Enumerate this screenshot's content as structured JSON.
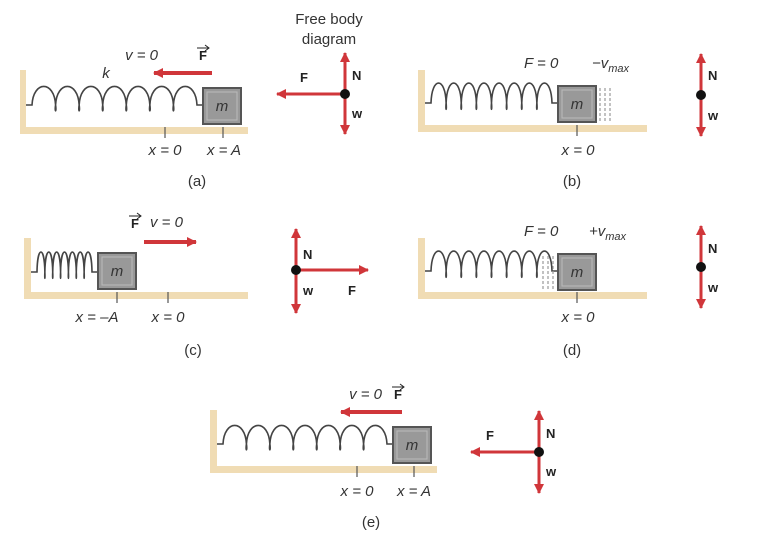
{
  "fbd_title": [
    "Free body",
    "diagram"
  ],
  "mass_label": "m",
  "spring_constant": "k",
  "force_symbol": "F",
  "normal_symbol": "N",
  "weight_symbol": "w",
  "colors": {
    "arrow": "#d0363a",
    "floor": "#f0dcb4",
    "wall": "#f0dcb4",
    "block": "#999999",
    "spring": "#444444"
  },
  "panels": {
    "a": {
      "caption": "(a)",
      "velocity": "v = 0",
      "pos1": "x = 0",
      "pos2": "x = A"
    },
    "b": {
      "caption": "(b)",
      "force": "F = 0",
      "velocity_sign": "−v",
      "velocity_sub": "max",
      "pos1": "x = 0"
    },
    "c": {
      "caption": "(c)",
      "velocity": "v = 0",
      "pos1": "x = –A",
      "pos2": "x = 0"
    },
    "d": {
      "caption": "(d)",
      "force": "F = 0",
      "velocity_sign": "+v",
      "velocity_sub": "max",
      "pos1": "x = 0"
    },
    "e": {
      "caption": "(e)",
      "velocity": "v = 0",
      "pos1": "x = 0",
      "pos2": "x = A"
    }
  }
}
